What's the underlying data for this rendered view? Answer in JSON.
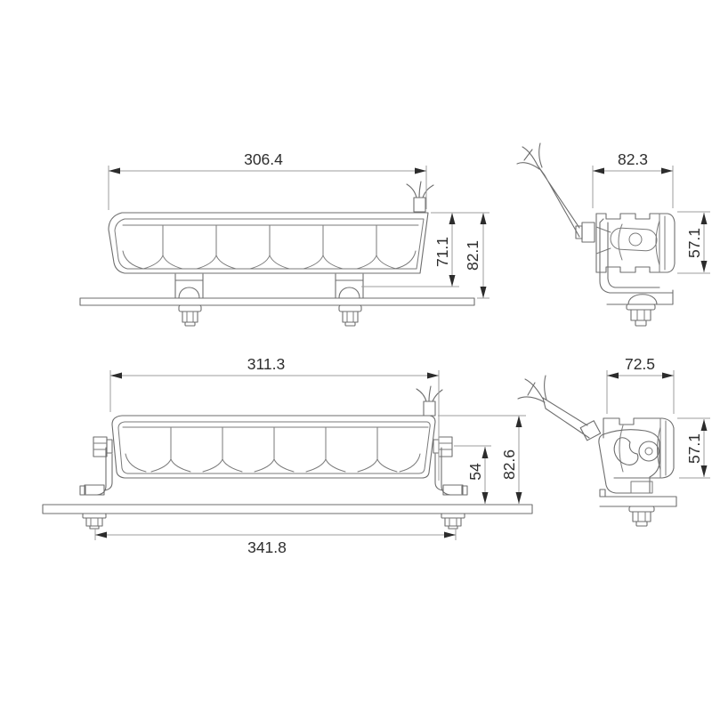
{
  "drawing": {
    "type": "technical-dimension-drawing",
    "subject": "LED light bar with mounting brackets, two variants, front and side views",
    "colors": {
      "background": "#ffffff",
      "part_line": "#6e6e6e",
      "dimension_line": "#9d9d9d",
      "arrow_and_text": "#2c2c2c"
    },
    "views": {
      "variant1_front": {
        "width": "306.4",
        "body_height": "71.1",
        "total_height": "82.1"
      },
      "variant1_side": {
        "width": "82.3",
        "height": "57.1"
      },
      "variant2_front": {
        "width": "311.3",
        "bolt_height": "54",
        "total_height": "82.6",
        "mount_width": "341.8"
      },
      "variant2_side": {
        "width": "72.5",
        "height": "57.1"
      }
    }
  }
}
